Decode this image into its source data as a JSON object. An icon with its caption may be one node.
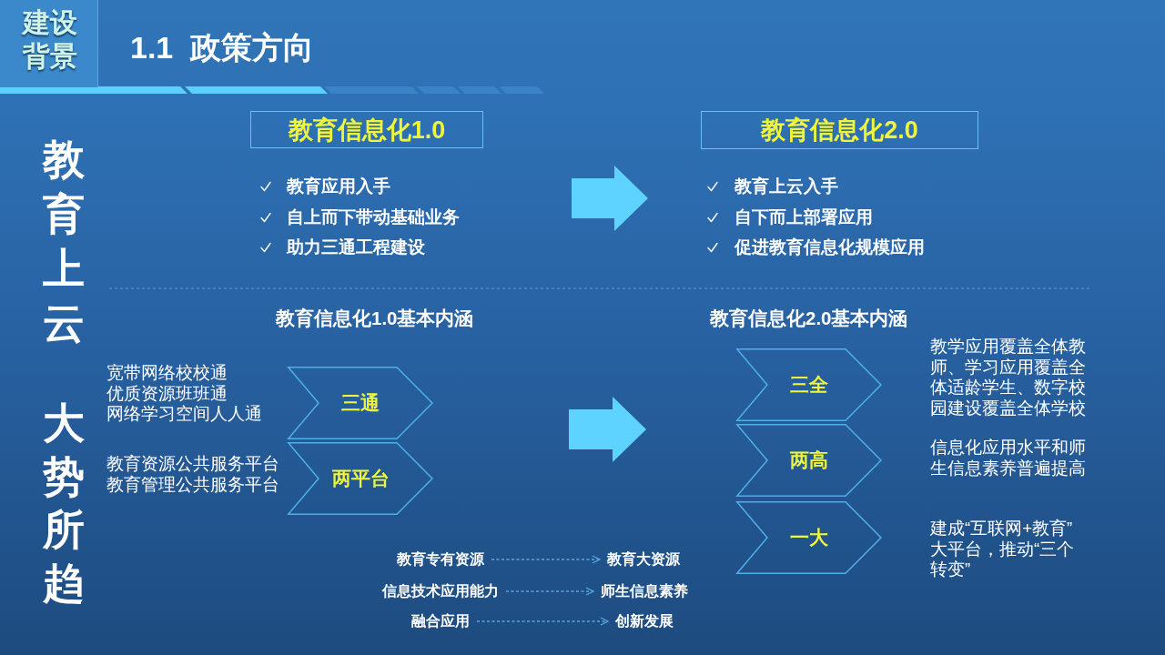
{
  "diagram": {
    "title": "1.1  政策方向",
    "nodes": [
      {
        "text": [
          "建设背景"
        ]
      },
      {
        "text": [
          "教育信息化1.0"
        ],
        "beside": [
          "教育应用入手",
          "自上而下带动基础业务",
          "助力三通工程建设"
        ]
      },
      {
        "text": [
          "教育信息化2.0"
        ],
        "beside": [
          "教育上云入手",
          "自下而上部署应用",
          "促进教育信息化规模应用"
        ]
      },
      {
        "text": [
          "三通"
        ],
        "beside": [
          "宽带网络校校通",
          "优质资源班班通",
          "网络学习空间人人通"
        ]
      },
      {
        "text": [
          "两平台"
        ],
        "beside": [
          "教育资源公共服务平台",
          "教育管理公共服务平台"
        ]
      },
      {
        "text": [
          "三全"
        ],
        "beside": [
          "教学应用覆盖全体教师、学习应用覆盖全体适龄学生、数字校园建设覆盖全体学校"
        ]
      },
      {
        "text": [
          "两高"
        ],
        "beside": [
          "信息化应用水平和师生信息素养普遍提高"
        ]
      },
      {
        "text": [
          "一大"
        ],
        "beside": [
          "建成“互联网+教育”大平台，推动“三个转变”"
        ]
      },
      {
        "text": [
          "教育专有资源"
        ]
      },
      {
        "text": [
          "教育大资源"
        ]
      },
      {
        "text": [
          "信息技术应用能力"
        ]
      },
      {
        "text": [
          "师生信息素养"
        ]
      },
      {
        "text": [
          "融合应用"
        ]
      },
      {
        "text": [
          "创新发展"
        ]
      }
    ],
    "edges": [
      {
        "from": 8,
        "to": 9,
        "arrow": "to",
        "style": "dashed"
      },
      {
        "from": 10,
        "to": 11,
        "arrow": "to",
        "style": "dashed"
      },
      {
        "from": 12,
        "to": 13,
        "arrow": "to",
        "style": "dashed"
      }
    ],
    "labels": [
      "教育上云",
      "大势所趋",
      "教育信息化1.0基本内涵",
      "教育信息化2.0基本内涵"
    ]
  }
}
